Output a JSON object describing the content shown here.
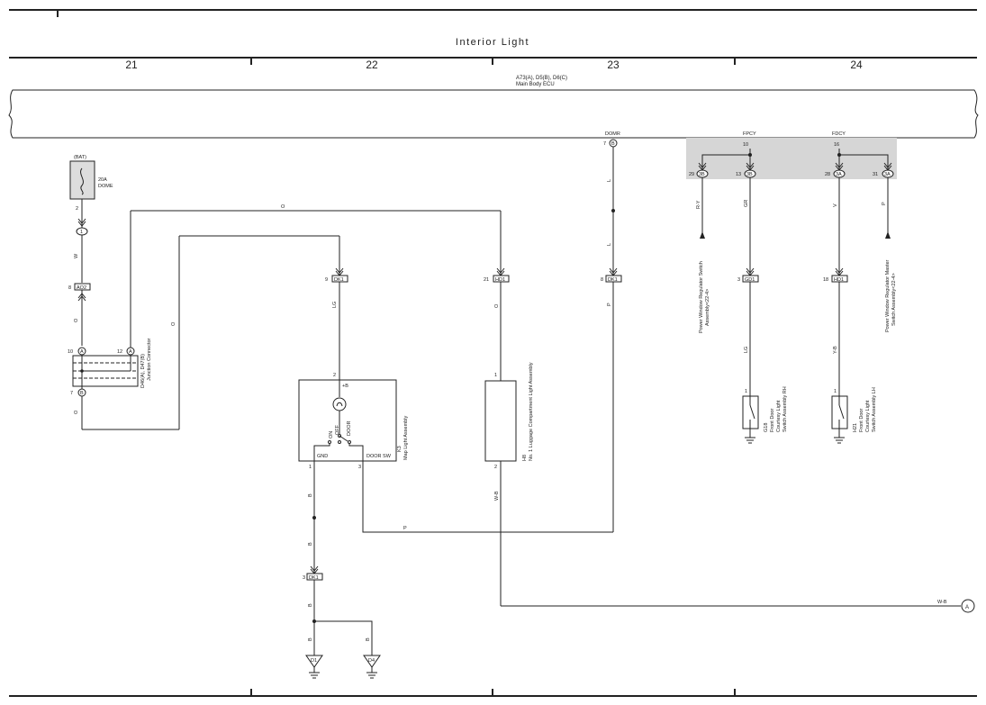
{
  "diagram": {
    "title": "Interior Light",
    "columns": [
      "21",
      "22",
      "23",
      "24"
    ],
    "ecu": {
      "code": "A73(A), D5(B), D6(C)",
      "name": "Main Body ECU"
    },
    "ecu_pins": {
      "domr": {
        "signal": "DOMR",
        "pin": "7",
        "conn": "B"
      },
      "fpcy": {
        "signal": "FPCY",
        "pin": "10"
      },
      "fdcy": {
        "signal": "FDCY",
        "pin": "16"
      }
    },
    "junction_pins": [
      {
        "pin": "29",
        "conn": "3B"
      },
      {
        "pin": "13",
        "conn": "3B"
      },
      {
        "pin": "28",
        "conn": "3A"
      },
      {
        "pin": "31",
        "conn": "3A"
      }
    ],
    "fuse": {
      "source": "(BAT)",
      "rating": "20A",
      "name": "DOME",
      "pin": "2"
    },
    "connectors": {
      "c1": {
        "pin": "1"
      },
      "ao2": {
        "pin": "8",
        "code": "AO2"
      },
      "dk1_map": {
        "pin": "9",
        "code": "DK1"
      },
      "hd1_lug": {
        "pin": "21",
        "code": "HD1"
      },
      "dk1_domr": {
        "pin": "8",
        "code": "DK1"
      },
      "gd1": {
        "pin": "3",
        "code": "GD1"
      },
      "hd1_lh": {
        "pin": "18",
        "code": "HD1"
      },
      "dk1_gnd": {
        "pin": "3",
        "code": "DK1"
      }
    },
    "junction_connector": {
      "code": "D46(A), D47(B)",
      "name": "Junction Connector",
      "pins": [
        {
          "pin": "10",
          "conn": "A"
        },
        {
          "pin": "12",
          "conn": "A"
        },
        {
          "pin": "7",
          "conn": "B"
        }
      ]
    },
    "map_light": {
      "code": "K3",
      "name": "Map Light Assembly",
      "pin_top": "2",
      "plus_label": "+B",
      "pos_on": "ON",
      "pos_off": "OFF",
      "pos_door": "DOOR",
      "gnd_label": "GND",
      "door_sw_label": "DOOR SW",
      "pin_gnd": "1",
      "pin_door": "3"
    },
    "luggage_light": {
      "code": "H8",
      "name": "No. 1 Luggage Compartment Light Assembly",
      "pin_top": "1",
      "pin_bot": "2"
    },
    "switch_rh": {
      "code": "G18",
      "name1": "Front Door",
      "name2": "Courtesy Light",
      "name3": "Switch Assembly RH",
      "pin": "1"
    },
    "switch_lh": {
      "code": "H21",
      "name1": "Front Door",
      "name2": "Courtesy Light",
      "name3": "Switch Assembly LH",
      "pin": "1"
    },
    "ref_pw_switch": {
      "line1": "Power Window Regulator Switch",
      "line2": "Assembly<22-4>"
    },
    "ref_pw_master": {
      "line1": "Power Window Regulator Master",
      "line2": "Switch Assembly<22-4>"
    },
    "grounds": [
      "D1",
      "D4"
    ],
    "off_page": {
      "label": "A",
      "wire": "W-B"
    },
    "wire_colors": {
      "w": "W",
      "o": "O",
      "lg": "LG",
      "l": "L",
      "p": "P",
      "b": "B",
      "wb": "W-B",
      "ry": "R-Y",
      "gr": "GR",
      "v": "V",
      "yb": "Y-B"
    }
  }
}
